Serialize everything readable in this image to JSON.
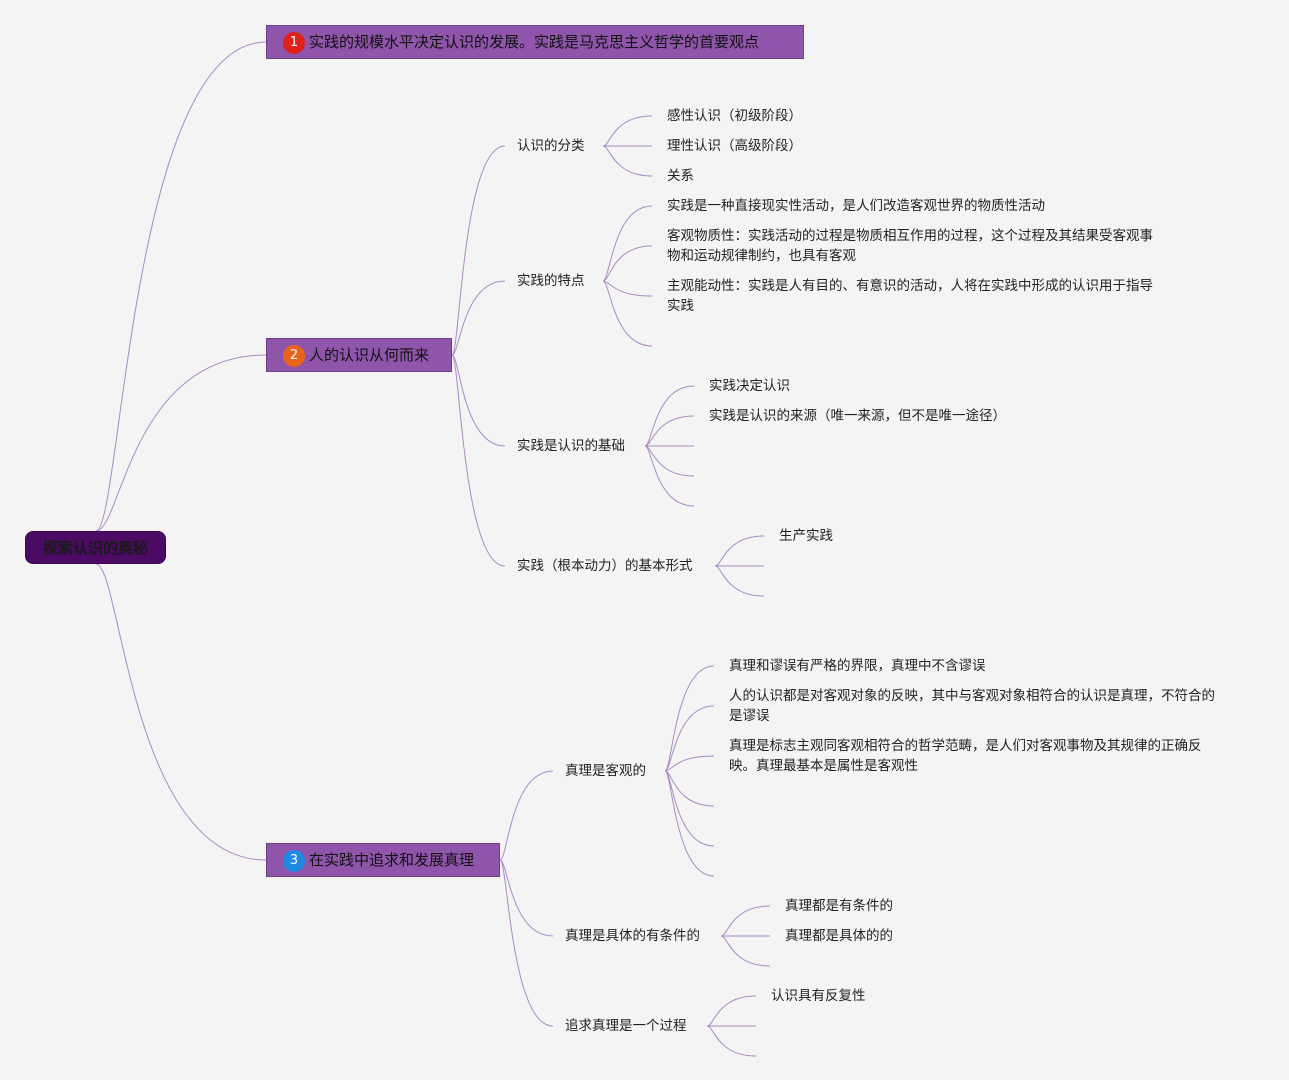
{
  "root": {
    "label": "探索认识的奥秘"
  },
  "topics": [
    {
      "number": "1",
      "label": "实践的规模水平决定认识的发展。实践是马克思主义哲学的首要观点",
      "badge_color": "#e0201b",
      "subtopics": []
    },
    {
      "number": "2",
      "label": "人的认识从何而来",
      "badge_color": "#e8641b",
      "subtopics": [
        {
          "label": "认识的分类",
          "leaves": [
            "感性认识（初级阶段）",
            "理性认识（高级阶段）",
            "关系"
          ]
        },
        {
          "label": "实践的特点",
          "leaves": [
            "实践是一种直接现实性活动，是人们改造客观世界的物质性活动",
            "客观物质性：实践活动的过程是物质相互作用的过程，这个过程及其结果受客观事物和运动规律制约，也具有客观",
            "主观能动性：实践是人有目的、有意识的活动，人将在实践中形成的认识用于指导实践",
            ""
          ]
        },
        {
          "label": "实践是认识的基础",
          "leaves": [
            "实践决定认识",
            "实践是认识的来源（唯一来源，但不是唯一途径）",
            "",
            "",
            ""
          ]
        },
        {
          "label": "实践（根本动力）的基本形式",
          "leaves": [
            "生产实践",
            "",
            ""
          ]
        }
      ]
    },
    {
      "number": "3",
      "label": "在实践中追求和发展真理",
      "badge_color": "#1e88e5",
      "subtopics": [
        {
          "label": "真理是客观的",
          "leaves": [
            "真理和谬误有严格的界限，真理中不含谬误",
            "人的认识都是对客观对象的反映，其中与客观对象相符合的认识是真理，不符合的是谬误",
            "真理是标志主观同客观相符合的哲学范畴，是人们对客观事物及其规律的正确反映。真理最基本是属性是客观性",
            "",
            "",
            ""
          ]
        },
        {
          "label": "真理是具体的有条件的",
          "leaves": [
            "真理都是有条件的",
            "真理都是具体的的",
            ""
          ]
        },
        {
          "label": "追求真理是一个过程",
          "leaves": [
            "认识具有反复性",
            "",
            ""
          ]
        }
      ]
    }
  ],
  "colors": {
    "line": "#a98bc4",
    "topic_fill": "#8f55ab",
    "root_fill": "#4b0a63",
    "background": "#f4f4f4"
  }
}
